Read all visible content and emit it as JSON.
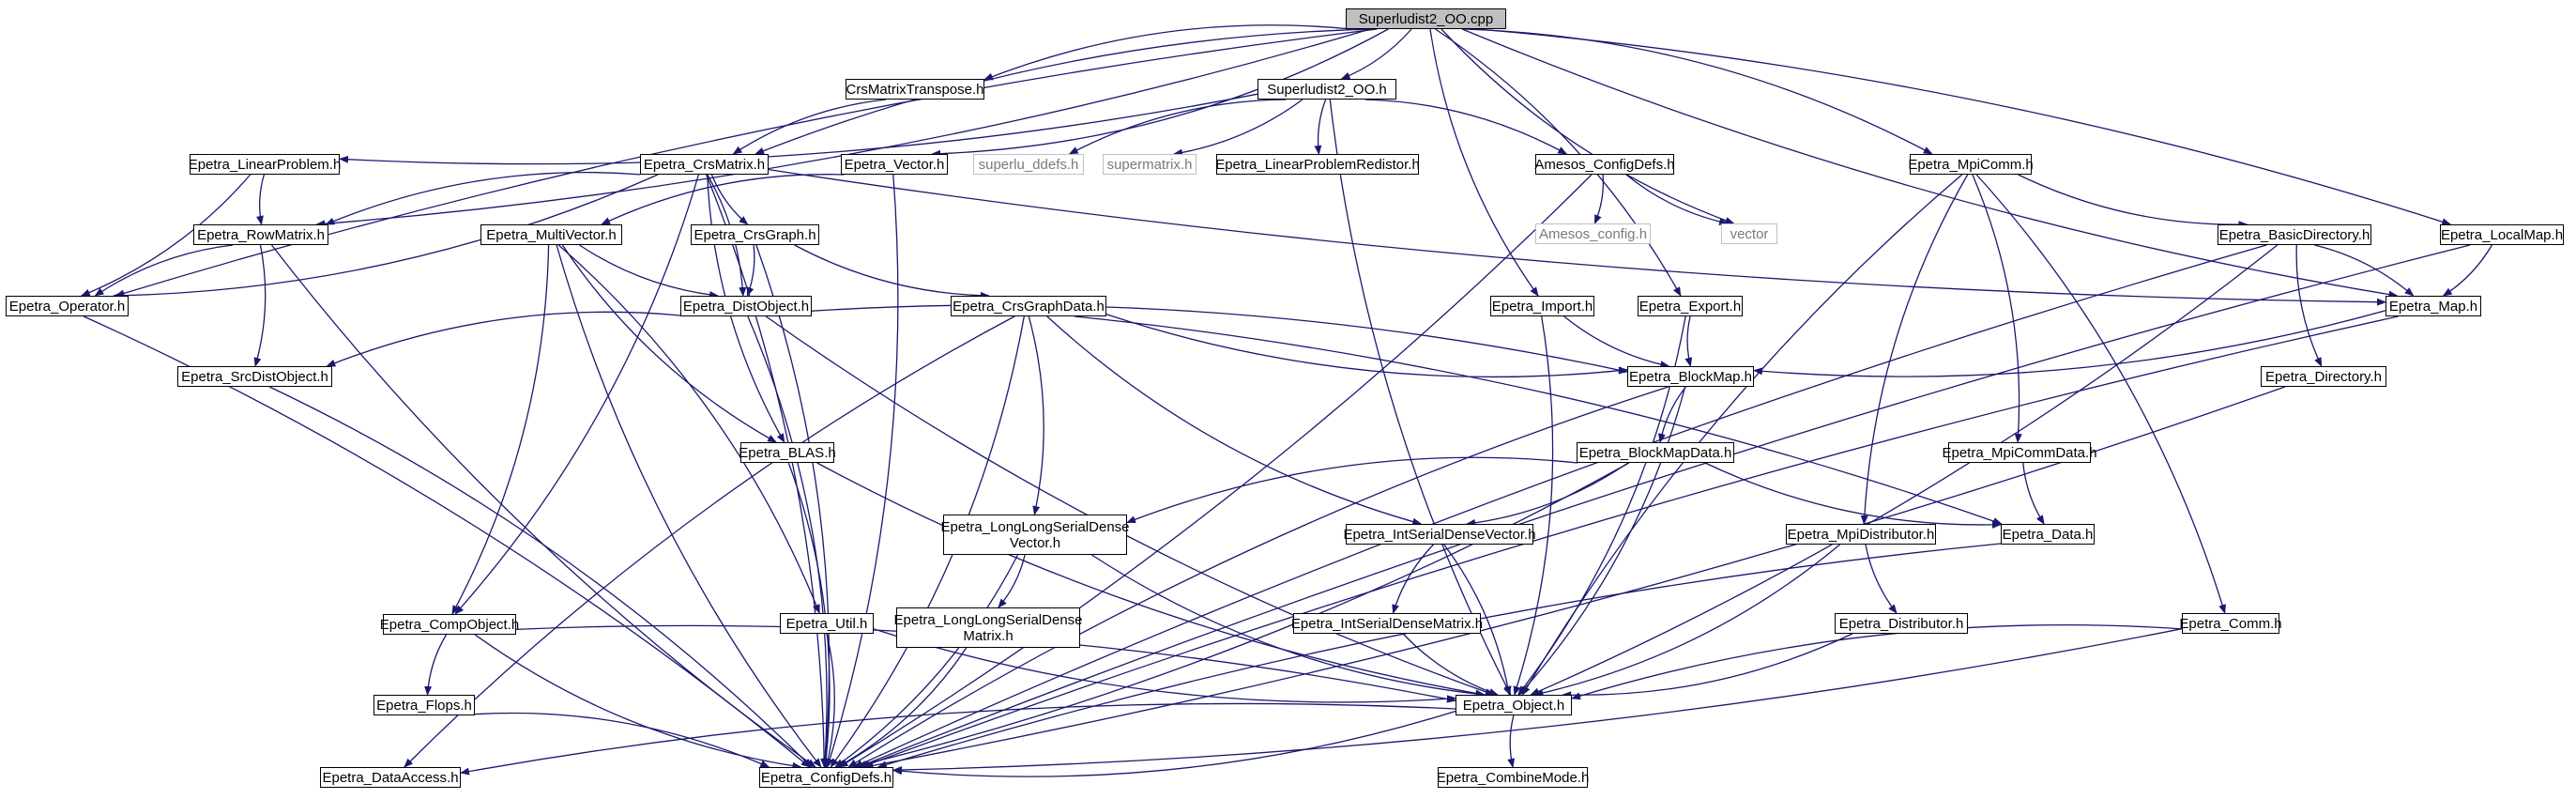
{
  "graph": {
    "edge_color": "#191970",
    "external_border_color": "#bfbfbf",
    "root_fill_color": "#bfbfbf",
    "nodes": [
      {
        "id": "root",
        "label": "Superludist2_OO.cpp",
        "kind": "root"
      },
      {
        "id": "crstrans",
        "label": "CrsMatrixTranspose.h",
        "kind": "internal"
      },
      {
        "id": "oo_h",
        "label": "Superludist2_OO.h",
        "kind": "internal"
      },
      {
        "id": "linprob",
        "label": "Epetra_LinearProblem.h",
        "kind": "internal"
      },
      {
        "id": "crsmatrix",
        "label": "Epetra_CrsMatrix.h",
        "kind": "internal"
      },
      {
        "id": "vector_h",
        "label": "Epetra_Vector.h",
        "kind": "internal"
      },
      {
        "id": "ddefs",
        "label": "superlu_ddefs.h",
        "kind": "external"
      },
      {
        "id": "supermatrix",
        "label": "supermatrix.h",
        "kind": "external"
      },
      {
        "id": "redistor",
        "label": "Epetra_LinearProblemRedistor.h",
        "kind": "internal"
      },
      {
        "id": "amesos_cfgdefs",
        "label": "Amesos_ConfigDefs.h",
        "kind": "internal"
      },
      {
        "id": "amesos_cfg",
        "label": "Amesos_config.h",
        "kind": "external"
      },
      {
        "id": "std_vector",
        "label": "vector",
        "kind": "external"
      },
      {
        "id": "mpicomm",
        "label": "Epetra_MpiComm.h",
        "kind": "internal"
      },
      {
        "id": "basicdir",
        "label": "Epetra_BasicDirectory.h",
        "kind": "internal"
      },
      {
        "id": "localmap",
        "label": "Epetra_LocalMap.h",
        "kind": "internal"
      },
      {
        "id": "rowmatrix",
        "label": "Epetra_RowMatrix.h",
        "kind": "internal"
      },
      {
        "id": "operator",
        "label": "Epetra_Operator.h",
        "kind": "internal"
      },
      {
        "id": "multivector",
        "label": "Epetra_MultiVector.h",
        "kind": "internal"
      },
      {
        "id": "crsgraph",
        "label": "Epetra_CrsGraph.h",
        "kind": "internal"
      },
      {
        "id": "distobject",
        "label": "Epetra_DistObject.h",
        "kind": "internal"
      },
      {
        "id": "crsgraphdata",
        "label": "Epetra_CrsGraphData.h",
        "kind": "internal"
      },
      {
        "id": "import",
        "label": "Epetra_Import.h",
        "kind": "internal"
      },
      {
        "id": "export",
        "label": "Epetra_Export.h",
        "kind": "internal"
      },
      {
        "id": "blockmap",
        "label": "Epetra_BlockMap.h",
        "kind": "internal"
      },
      {
        "id": "map_h",
        "label": "Epetra_Map.h",
        "kind": "internal"
      },
      {
        "id": "directory",
        "label": "Epetra_Directory.h",
        "kind": "internal"
      },
      {
        "id": "srcdist",
        "label": "Epetra_SrcDistObject.h",
        "kind": "internal"
      },
      {
        "id": "blas",
        "label": "Epetra_BLAS.h",
        "kind": "internal"
      },
      {
        "id": "blockmapdata",
        "label": "Epetra_BlockMapData.h",
        "kind": "internal"
      },
      {
        "id": "mpicommdata",
        "label": "Epetra_MpiCommData.h",
        "kind": "internal"
      },
      {
        "id": "llsdv",
        "label": "Epetra_LongLongSerialDense\nVector.h",
        "kind": "internal"
      },
      {
        "id": "isdv",
        "label": "Epetra_IntSerialDenseVector.h",
        "kind": "internal"
      },
      {
        "id": "mpidist",
        "label": "Epetra_MpiDistributor.h",
        "kind": "internal"
      },
      {
        "id": "data_h",
        "label": "Epetra_Data.h",
        "kind": "internal"
      },
      {
        "id": "llsdm",
        "label": "Epetra_LongLongSerialDense\nMatrix.h",
        "kind": "internal"
      },
      {
        "id": "util",
        "label": "Epetra_Util.h",
        "kind": "internal"
      },
      {
        "id": "isdm",
        "label": "Epetra_IntSerialDenseMatrix.h",
        "kind": "internal"
      },
      {
        "id": "distributor",
        "label": "Epetra_Distributor.h",
        "kind": "internal"
      },
      {
        "id": "comm_h",
        "label": "Epetra_Comm.h",
        "kind": "internal"
      },
      {
        "id": "compobject",
        "label": "Epetra_CompObject.h",
        "kind": "internal"
      },
      {
        "id": "flops",
        "label": "Epetra_Flops.h",
        "kind": "internal"
      },
      {
        "id": "object_h",
        "label": "Epetra_Object.h",
        "kind": "internal"
      },
      {
        "id": "dataaccess",
        "label": "Epetra_DataAccess.h",
        "kind": "internal"
      },
      {
        "id": "configdefs",
        "label": "Epetra_ConfigDefs.h",
        "kind": "internal"
      },
      {
        "id": "combinemode",
        "label": "Epetra_CombineMode.h",
        "kind": "internal"
      }
    ],
    "edges": [
      [
        "root",
        "crstrans"
      ],
      [
        "root",
        "oo_h"
      ],
      [
        "root",
        "crsmatrix"
      ],
      [
        "root",
        "vector_h"
      ],
      [
        "root",
        "operator"
      ],
      [
        "root",
        "rowmatrix"
      ],
      [
        "root",
        "import"
      ],
      [
        "root",
        "export"
      ],
      [
        "root",
        "std_vector"
      ],
      [
        "root",
        "mpicomm"
      ],
      [
        "root",
        "map_h"
      ],
      [
        "root",
        "localmap"
      ],
      [
        "crstrans",
        "crsmatrix"
      ],
      [
        "oo_h",
        "linprob"
      ],
      [
        "oo_h",
        "ddefs"
      ],
      [
        "oo_h",
        "supermatrix"
      ],
      [
        "oo_h",
        "redistor"
      ],
      [
        "oo_h",
        "amesos_cfgdefs"
      ],
      [
        "oo_h",
        "object_h"
      ],
      [
        "amesos_cfgdefs",
        "amesos_cfg"
      ],
      [
        "amesos_cfgdefs",
        "std_vector"
      ],
      [
        "amesos_cfgdefs",
        "configdefs"
      ],
      [
        "linprob",
        "rowmatrix"
      ],
      [
        "linprob",
        "operator"
      ],
      [
        "crsmatrix",
        "rowmatrix"
      ],
      [
        "crsmatrix",
        "operator"
      ],
      [
        "crsmatrix",
        "crsgraph"
      ],
      [
        "crsmatrix",
        "distobject"
      ],
      [
        "crsmatrix",
        "blas"
      ],
      [
        "crsmatrix",
        "compobject"
      ],
      [
        "crsmatrix",
        "map_h"
      ],
      [
        "crsmatrix",
        "configdefs"
      ],
      [
        "vector_h",
        "multivector"
      ],
      [
        "vector_h",
        "configdefs"
      ],
      [
        "rowmatrix",
        "operator"
      ],
      [
        "rowmatrix",
        "srcdist"
      ],
      [
        "rowmatrix",
        "configdefs"
      ],
      [
        "operator",
        "configdefs"
      ],
      [
        "multivector",
        "distobject"
      ],
      [
        "multivector",
        "compobject"
      ],
      [
        "multivector",
        "blas"
      ],
      [
        "multivector",
        "util"
      ],
      [
        "multivector",
        "configdefs"
      ],
      [
        "crsgraph",
        "distobject"
      ],
      [
        "crsgraph",
        "crsgraphdata"
      ],
      [
        "crsgraph",
        "configdefs"
      ],
      [
        "distobject",
        "srcdist"
      ],
      [
        "distobject",
        "blockmap"
      ],
      [
        "distobject",
        "object_h"
      ],
      [
        "distobject",
        "configdefs"
      ],
      [
        "crsgraphdata",
        "blockmap"
      ],
      [
        "crsgraphdata",
        "llsdv"
      ],
      [
        "crsgraphdata",
        "isdv"
      ],
      [
        "crsgraphdata",
        "data_h"
      ],
      [
        "crsgraphdata",
        "dataaccess"
      ],
      [
        "crsgraphdata",
        "configdefs"
      ],
      [
        "import",
        "blockmap"
      ],
      [
        "import",
        "object_h"
      ],
      [
        "export",
        "blockmap"
      ],
      [
        "export",
        "object_h"
      ],
      [
        "mpicomm",
        "basicdir"
      ],
      [
        "mpicomm",
        "mpicommdata"
      ],
      [
        "mpicomm",
        "mpidist"
      ],
      [
        "mpicomm",
        "comm_h"
      ],
      [
        "mpicomm",
        "object_h"
      ],
      [
        "basicdir",
        "map_h"
      ],
      [
        "basicdir",
        "directory"
      ],
      [
        "basicdir",
        "object_h"
      ],
      [
        "basicdir",
        "configdefs"
      ],
      [
        "localmap",
        "map_h"
      ],
      [
        "localmap",
        "configdefs"
      ],
      [
        "map_h",
        "blockmap"
      ],
      [
        "map_h",
        "configdefs"
      ],
      [
        "directory",
        "configdefs"
      ],
      [
        "blockmap",
        "blockmapdata"
      ],
      [
        "blockmap",
        "object_h"
      ],
      [
        "blockmap",
        "configdefs"
      ],
      [
        "srcdist",
        "configdefs"
      ],
      [
        "blas",
        "object_h"
      ],
      [
        "blas",
        "configdefs"
      ],
      [
        "blockmapdata",
        "llsdv"
      ],
      [
        "blockmapdata",
        "isdv"
      ],
      [
        "blockmapdata",
        "data_h"
      ],
      [
        "blockmapdata",
        "configdefs"
      ],
      [
        "mpicommdata",
        "data_h"
      ],
      [
        "llsdv",
        "llsdm"
      ],
      [
        "llsdv",
        "object_h"
      ],
      [
        "llsdv",
        "configdefs"
      ],
      [
        "isdv",
        "isdm"
      ],
      [
        "isdv",
        "object_h"
      ],
      [
        "mpidist",
        "distributor"
      ],
      [
        "mpidist",
        "object_h"
      ],
      [
        "data_h",
        "configdefs"
      ],
      [
        "llsdm",
        "configdefs"
      ],
      [
        "util",
        "object_h"
      ],
      [
        "util",
        "configdefs"
      ],
      [
        "isdm",
        "object_h"
      ],
      [
        "distributor",
        "object_h"
      ],
      [
        "comm_h",
        "object_h"
      ],
      [
        "comm_h",
        "configdefs"
      ],
      [
        "compobject",
        "flops"
      ],
      [
        "compobject",
        "object_h"
      ],
      [
        "compobject",
        "configdefs"
      ],
      [
        "flops",
        "configdefs"
      ],
      [
        "object_h",
        "combinemode"
      ],
      [
        "object_h",
        "configdefs"
      ],
      [
        "object_h",
        "dataaccess"
      ]
    ]
  }
}
